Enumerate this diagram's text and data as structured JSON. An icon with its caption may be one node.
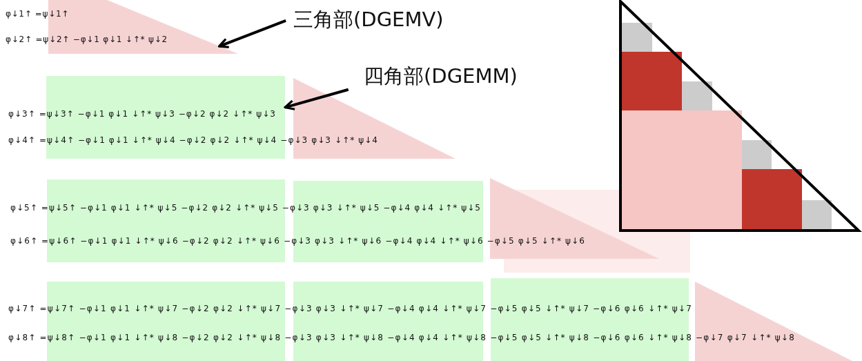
{
  "diagram": {
    "nodes": [
      {
        "text": [
          "三角部(DGEMV)"
        ]
      },
      {
        "text": [
          "四角部(DGEMM)"
        ]
      },
      {
        "text": [],
        "shape": "triangle"
      },
      {
        "text": [],
        "shape": "box"
      },
      {
        "text": [],
        "shape": "triangle"
      },
      {
        "text": [],
        "shape": "box"
      },
      {
        "text": [],
        "shape": "box"
      },
      {
        "text": [],
        "shape": "triangle"
      },
      {
        "text": [],
        "shape": "box"
      },
      {
        "text": [],
        "shape": "box"
      },
      {
        "text": [],
        "shape": "box"
      },
      {
        "text": [],
        "shape": "triangle"
      }
    ],
    "edges": [
      {
        "from": 0,
        "to": 2,
        "arrow": "to"
      },
      {
        "from": 1,
        "to": 3,
        "arrow": "to"
      }
    ],
    "labels": [
      "φ↓1↑ =ψ↓1↑",
      "φ↓2↑ =ψ↓2↑ −φ↓1 φ↓1 ↓↑* ψ↓2",
      "φ↓3↑ =ψ↓3↑ −φ↓1 φ↓1 ↓↑* ψ↓3 −φ↓2 φ↓2 ↓↑* ψ↓3",
      "φ↓4↑ =ψ↓4↑ −φ↓1 φ↓1 ↓↑* ψ↓4 −φ↓2 φ↓2 ↓↑* ψ↓4 −φ↓3 φ↓3 ↓↑* ψ↓4",
      "φ↓5↑ =ψ↓5↑ −φ↓1 φ↓1 ↓↑* ψ↓5 −φ↓2 φ↓2 ↓↑* ψ↓5 −φ↓3 φ↓3 ↓↑* ψ↓5 −φ↓4 φ↓4 ↓↑* ψ↓5",
      "φ↓6↑ =ψ↓6↑ −φ↓1 φ↓1 ↓↑* ψ↓6 −φ↓2 φ↓2 ↓↑* ψ↓6 −φ↓3 φ↓3 ↓↑* ψ↓6 −φ↓4 φ↓4 ↓↑* ψ↓6 −φ↓5 φ↓5 ↓↑* ψ↓6",
      "φ↓7↑ =ψ↓7↑ −φ↓1 φ↓1 ↓↑* ψ↓7 −φ↓2 φ↓2 ↓↑* ψ↓7 −φ↓3 φ↓3 ↓↑* ψ↓7 −φ↓4 φ↓4 ↓↑* ψ↓7 −φ↓5 φ↓5 ↓↑* ψ↓7 −φ↓6 φ↓6 ↓↑* ψ↓7",
      "φ↓8↑ =ψ↓8↑ −φ↓1 φ↓1 ↓↑* ψ↓8 −φ↓2 φ↓2 ↓↑* ψ↓8 −φ↓3 φ↓3 ↓↑* ψ↓8 −φ↓4 φ↓4 ↓↑* ψ↓8 −φ↓5 φ↓5 ↓↑* ψ↓8 −φ↓6 φ↓6 ↓↑* ψ↓8 −φ↓7 φ↓7 ↓↑* ψ↓8"
    ]
  }
}
